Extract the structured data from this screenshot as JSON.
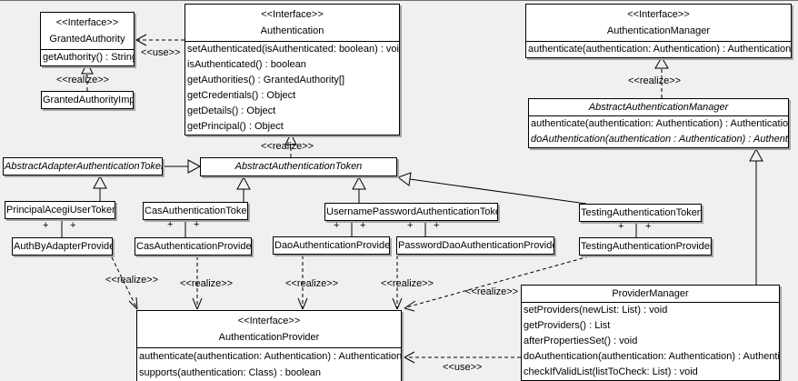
{
  "colors": {
    "background": "#f0f0f0",
    "box_fill": "#ffffff",
    "line": "#000000",
    "shadow": "#a6a6a6"
  },
  "labels": {
    "realize": "<<realize>>",
    "use": "<<use>>",
    "plus": "+"
  },
  "classes": {
    "grantedAuthority": {
      "stereotype": "<<Interface>>",
      "name": "GrantedAuthority",
      "methods": [
        "getAuthority() : String"
      ]
    },
    "grantedAuthorityImpl": {
      "name": "GrantedAuthorityImpl"
    },
    "authentication": {
      "stereotype": "<<Interface>>",
      "name": "Authentication",
      "methods": [
        "setAuthenticated(isAuthenticated: boolean) : void",
        "isAuthenticated() : boolean",
        "getAuthorities() : GrantedAuthority[]",
        "getCredentials() : Object",
        "getDetails() : Object",
        "getPrincipal() : Object"
      ]
    },
    "authenticationManager": {
      "stereotype": "<<Interface>>",
      "name": "AuthenticationManager",
      "methods": [
        "authenticate(authentication: Authentication) : Authentication"
      ]
    },
    "abstractAuthenticationManager": {
      "name": "AbstractAuthenticationManager",
      "methods": [
        "authenticate(authentication: Authentication) : Authentication",
        "doAuthentication(authentication : Authentication) : Authentication"
      ]
    },
    "abstractAdapterAuthenticationToken": {
      "name": "AbstractAdapterAuthenticationToken"
    },
    "abstractAuthenticationToken": {
      "name": "AbstractAuthenticationToken"
    },
    "principalAcegiUserToken": {
      "name": "PrincipalAcegiUserToken"
    },
    "casAuthenticationToken": {
      "name": "CasAuthenticationToken"
    },
    "usernamePasswordAuthenticationToken": {
      "name": "UsernamePasswordAuthenticationToken"
    },
    "testingAuthenticationToken": {
      "name": "TestingAuthenticationToken"
    },
    "authByAdapterProvider": {
      "name": "AuthByAdapterProvider"
    },
    "casAuthenticationProvider": {
      "name": "CasAuthenticationProvider"
    },
    "daoAuthenticationProvider": {
      "name": "DaoAuthenticationProvider"
    },
    "passwordDaoAuthenticationProvider": {
      "name": "PasswordDaoAuthenticationProvider"
    },
    "testingAuthenticationProvider": {
      "name": "TestingAuthenticationProvider"
    },
    "authenticationProvider": {
      "stereotype": "<<Interface>>",
      "name": "AuthenticationProvider",
      "methods": [
        "authenticate(authentication: Authentication) : Authentication",
        "supports(authentication: Class) : boolean"
      ]
    },
    "providerManager": {
      "name": "ProviderManager",
      "methods": [
        "setProviders(newList: List) : void",
        "getProviders() : List",
        "afterPropertiesSet() : void",
        "doAuthentication(authentication: Authentication) : Authentication",
        "checkIfValidList(listToCheck: List) : void"
      ]
    }
  }
}
